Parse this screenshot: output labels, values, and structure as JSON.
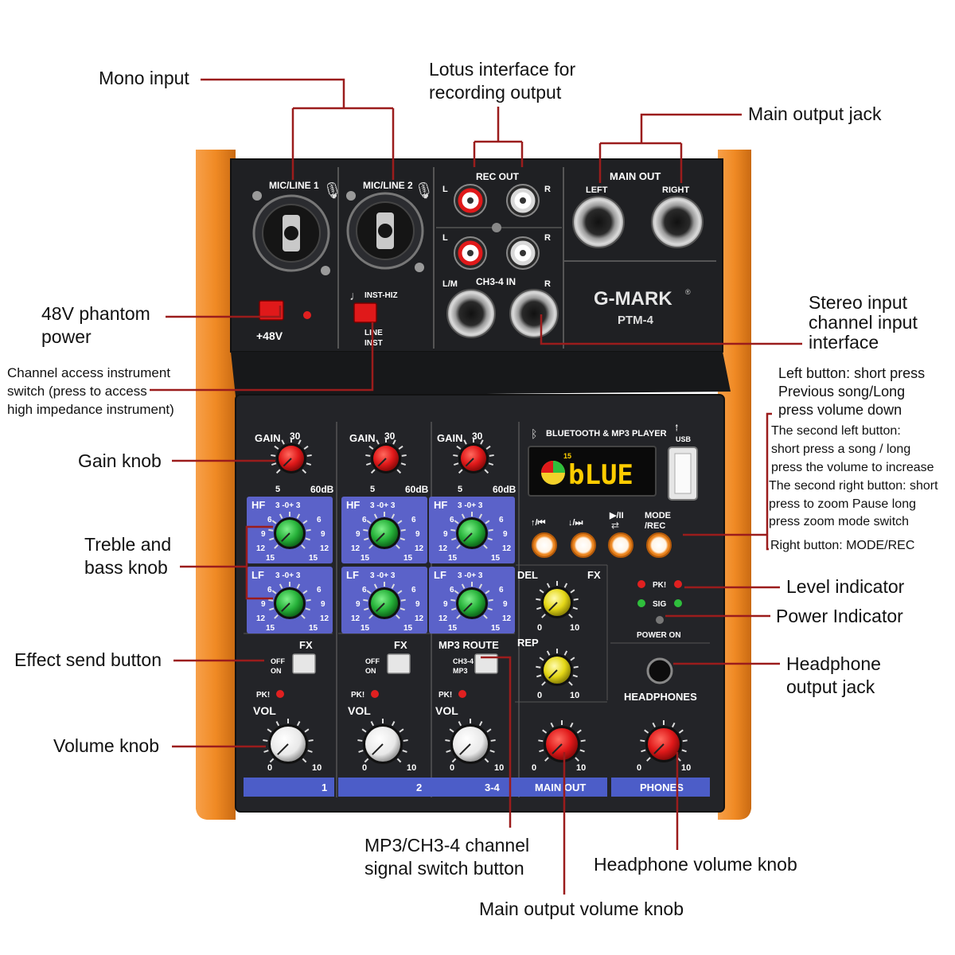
{
  "device": {
    "brand": "G-MARK",
    "brand_mark": "®",
    "model": "PTM-4",
    "top_panel": {
      "mic_line_1": "MIC/LINE 1",
      "mic_line_2": "MIC/LINE 2",
      "rec_out": "REC OUT",
      "rec_l": "L",
      "rec_r": "R",
      "ch34_l": "L",
      "ch34_r": "R",
      "ch34_in": "CH3-4 IN",
      "lm": "L/M",
      "r": "R",
      "main_out": "MAIN OUT",
      "left": "LEFT",
      "right": "RIGHT",
      "phantom": "+48V",
      "inst_hiz": "INST-HIZ",
      "line": "LINE",
      "inst": "INST"
    },
    "channels": [
      {
        "gain": "GAIN",
        "gain_max": "30",
        "gain_min": "5",
        "gain_db": "60dB",
        "hf": "HF",
        "lf": "LF",
        "btn_title": "FX",
        "btn_opt1": "OFF",
        "btn_opt2": "ON",
        "pk": "PK!",
        "vol": "VOL",
        "vol_min": "0",
        "vol_max": "10",
        "strip": "1"
      },
      {
        "gain": "GAIN",
        "gain_max": "30",
        "gain_min": "5",
        "gain_db": "60dB",
        "hf": "HF",
        "lf": "LF",
        "btn_title": "FX",
        "btn_opt1": "OFF",
        "btn_opt2": "ON",
        "pk": "PK!",
        "vol": "VOL",
        "vol_min": "0",
        "vol_max": "10",
        "strip": "2"
      },
      {
        "gain": "GAIN",
        "gain_max": "30",
        "gain_min": "5",
        "gain_db": "60dB",
        "hf": "HF",
        "lf": "LF",
        "btn_title": "MP3 ROUTE",
        "btn_opt1": "CH3-4",
        "btn_opt2": "MP3",
        "pk": "PK!",
        "vol": "VOL",
        "vol_min": "0",
        "vol_max": "10",
        "strip": "3-4"
      }
    ],
    "eq_scale": {
      "top": "3 -0+ 3",
      "l6": "6",
      "r6": "6",
      "l9": "9",
      "r9": "9",
      "l12": "12",
      "r12": "12",
      "l15": "15",
      "r15": "15"
    },
    "player": {
      "title": "BLUETOOTH & MP3 PLAYER",
      "usb": "USB",
      "display_text": "bLUE",
      "display_small": "15",
      "btn_prev": "↑/⏮",
      "btn_next": "↓/⏭",
      "btn_play": "▶/II",
      "mode_rec": "MODE\n/REC"
    },
    "fx": {
      "del": "DEL",
      "fx": "FX",
      "rep": "REP",
      "min": "0",
      "max": "10"
    },
    "indicators": {
      "pk": "PK!",
      "sig": "SIG",
      "power_on": "POWER ON"
    },
    "headphones": "HEADPHONES",
    "main_out_strip": "MAIN OUT",
    "phones_strip": "PHONES",
    "main_vol_min": "0",
    "main_vol_max": "10",
    "ph_vol_min": "0",
    "ph_vol_max": "10"
  },
  "callouts": {
    "mono_input": "Mono input",
    "lotus_1": "Lotus interface for",
    "lotus_2": "recording output",
    "main_output_jack": "Main output jack",
    "phantom_1": "48V phantom",
    "phantom_2": "power",
    "stereo_1": "Stereo input",
    "stereo_2": "channel input",
    "stereo_3": "interface",
    "channel_switch_1": "Channel access instrument",
    "channel_switch_2": "switch (press to access",
    "channel_switch_3": "high impedance instrument)",
    "left_btn_1": "Left button: short press",
    "left_btn_2": "Previous song/Long",
    "left_btn_3": "press volume down",
    "second_left_1": "The second left button:",
    "second_left_2": "short press a song / long",
    "second_left_3": "press the volume to increase",
    "second_right_1": "The second right button: short",
    "second_right_2": "press to zoom Pause long",
    "second_right_3": "press zoom mode switch",
    "right_btn": "Right button: MODE/REC",
    "gain_knob": "Gain knob",
    "treble_1": "Treble and",
    "treble_2": "bass knob",
    "level_indicator": "Level indicator",
    "power_indicator": "Power Indicator",
    "effect_send": "Effect send button",
    "headphone_jack_1": "Headphone",
    "headphone_jack_2": "output jack",
    "volume_knob": "Volume knob",
    "mp3_switch_1": "MP3/CH3-4 channel",
    "mp3_switch_2": "signal switch button",
    "headphone_vol": "Headphone volume knob",
    "main_vol": "Main output volume knob"
  },
  "colors": {
    "orange": "#f08a24",
    "panel": "#1f2023",
    "panel_light": "#2b2c30",
    "eq_blue": "#5b62c9",
    "strip_blue": "#4c5dc8",
    "callout_line": "#9b1c1c",
    "red_knob": "#e0191a",
    "green_knob": "#27b23a",
    "yellow_knob": "#e5d817",
    "white_knob": "#f2f2f2",
    "led_red": "#e02020",
    "led_green": "#2fbf3c"
  }
}
